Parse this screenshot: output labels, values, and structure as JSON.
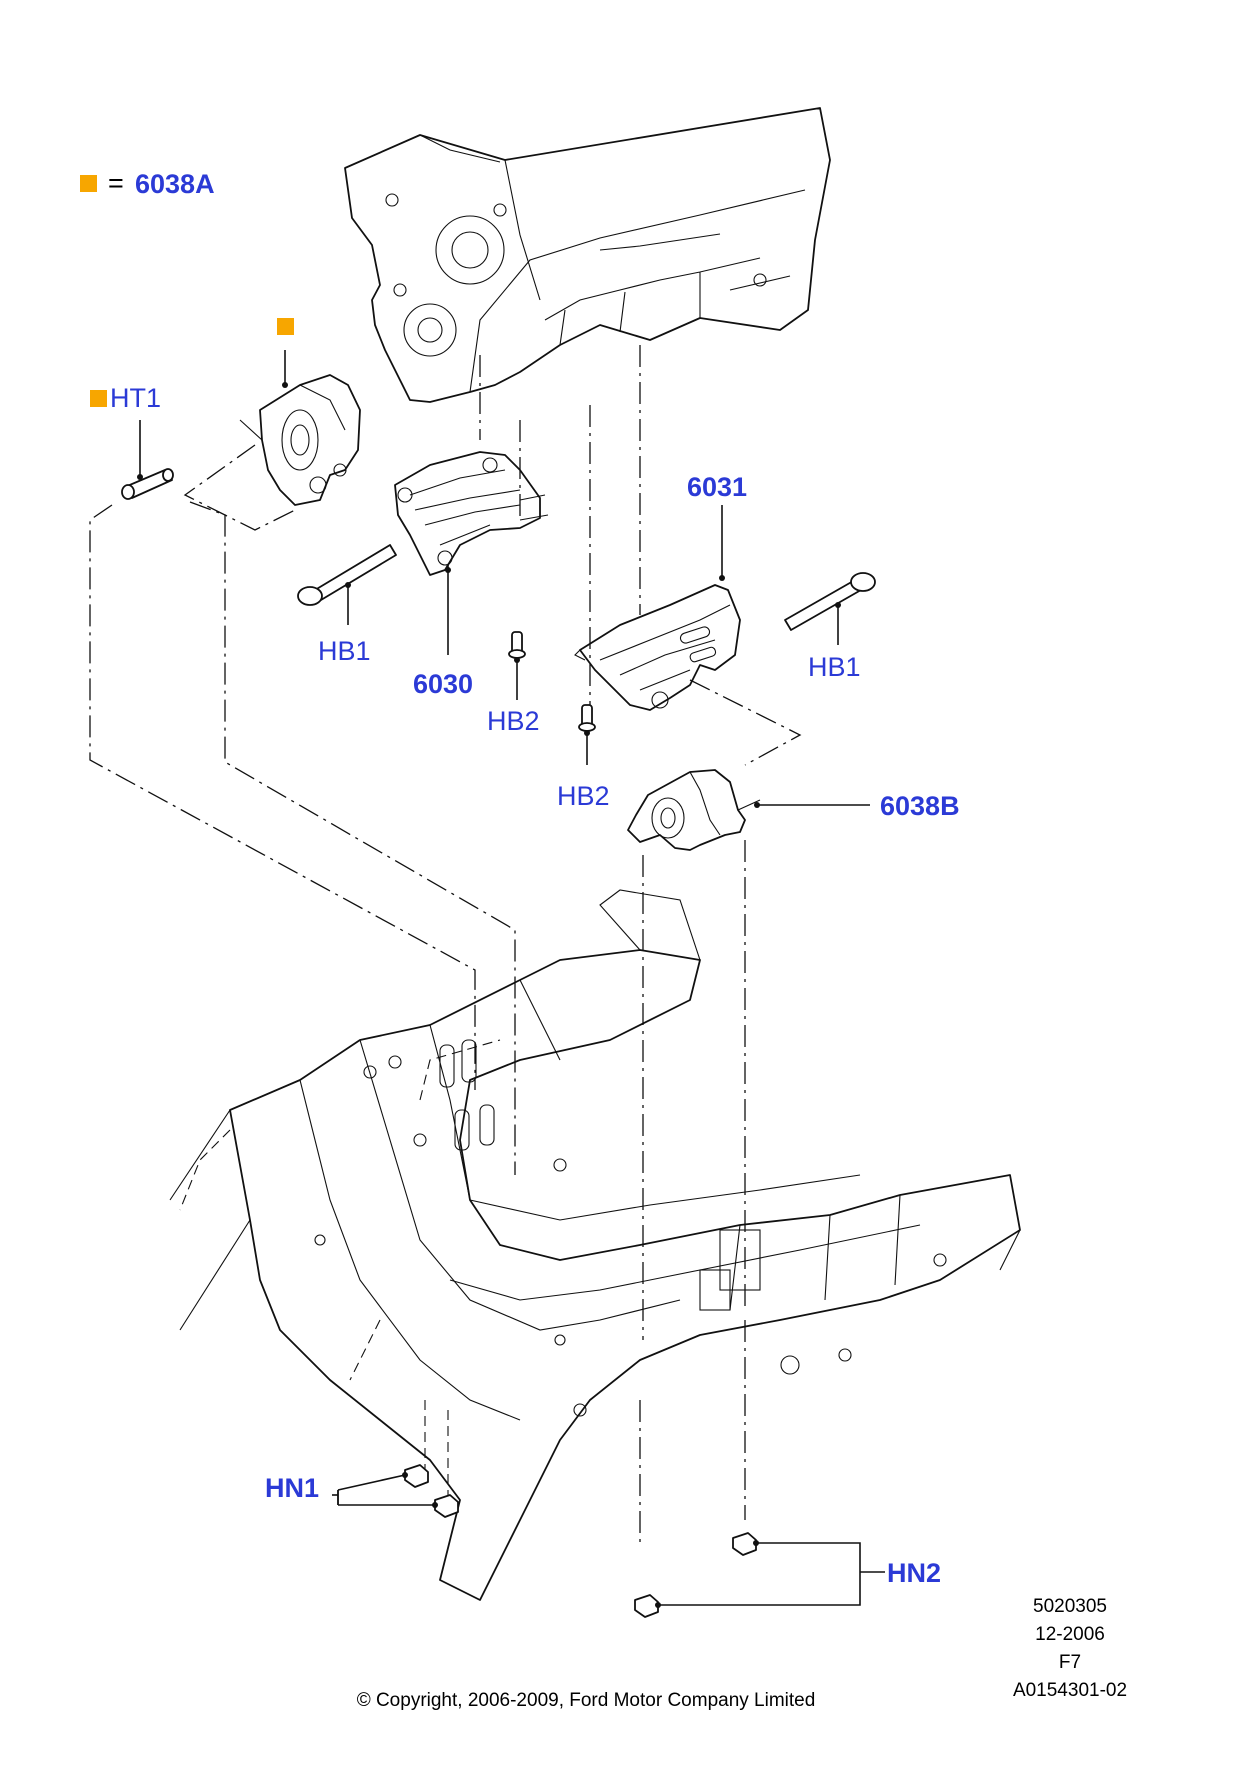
{
  "legend": {
    "marker_color": "#f7a600",
    "equals": "=",
    "part": "6038A"
  },
  "callouts": {
    "ht1": "HT1",
    "part_6031": "6031",
    "part_6030": "6030",
    "hb1_left": "HB1",
    "hb1_right": "HB1",
    "hb2_left": "HB2",
    "hb2_right": "HB2",
    "part_6038b": "6038B",
    "hn1": "HN1",
    "hn2": "HN2"
  },
  "meta": {
    "number": "5020305",
    "date": "12-2006",
    "code": "F7",
    "illustration_id": "A0154301-02",
    "copyright": "© Copyright, 2006-2009, Ford Motor Company Limited"
  },
  "colors": {
    "label_blue": "#2b3ad6",
    "marker_orange": "#f7a600",
    "line": "#111111"
  }
}
